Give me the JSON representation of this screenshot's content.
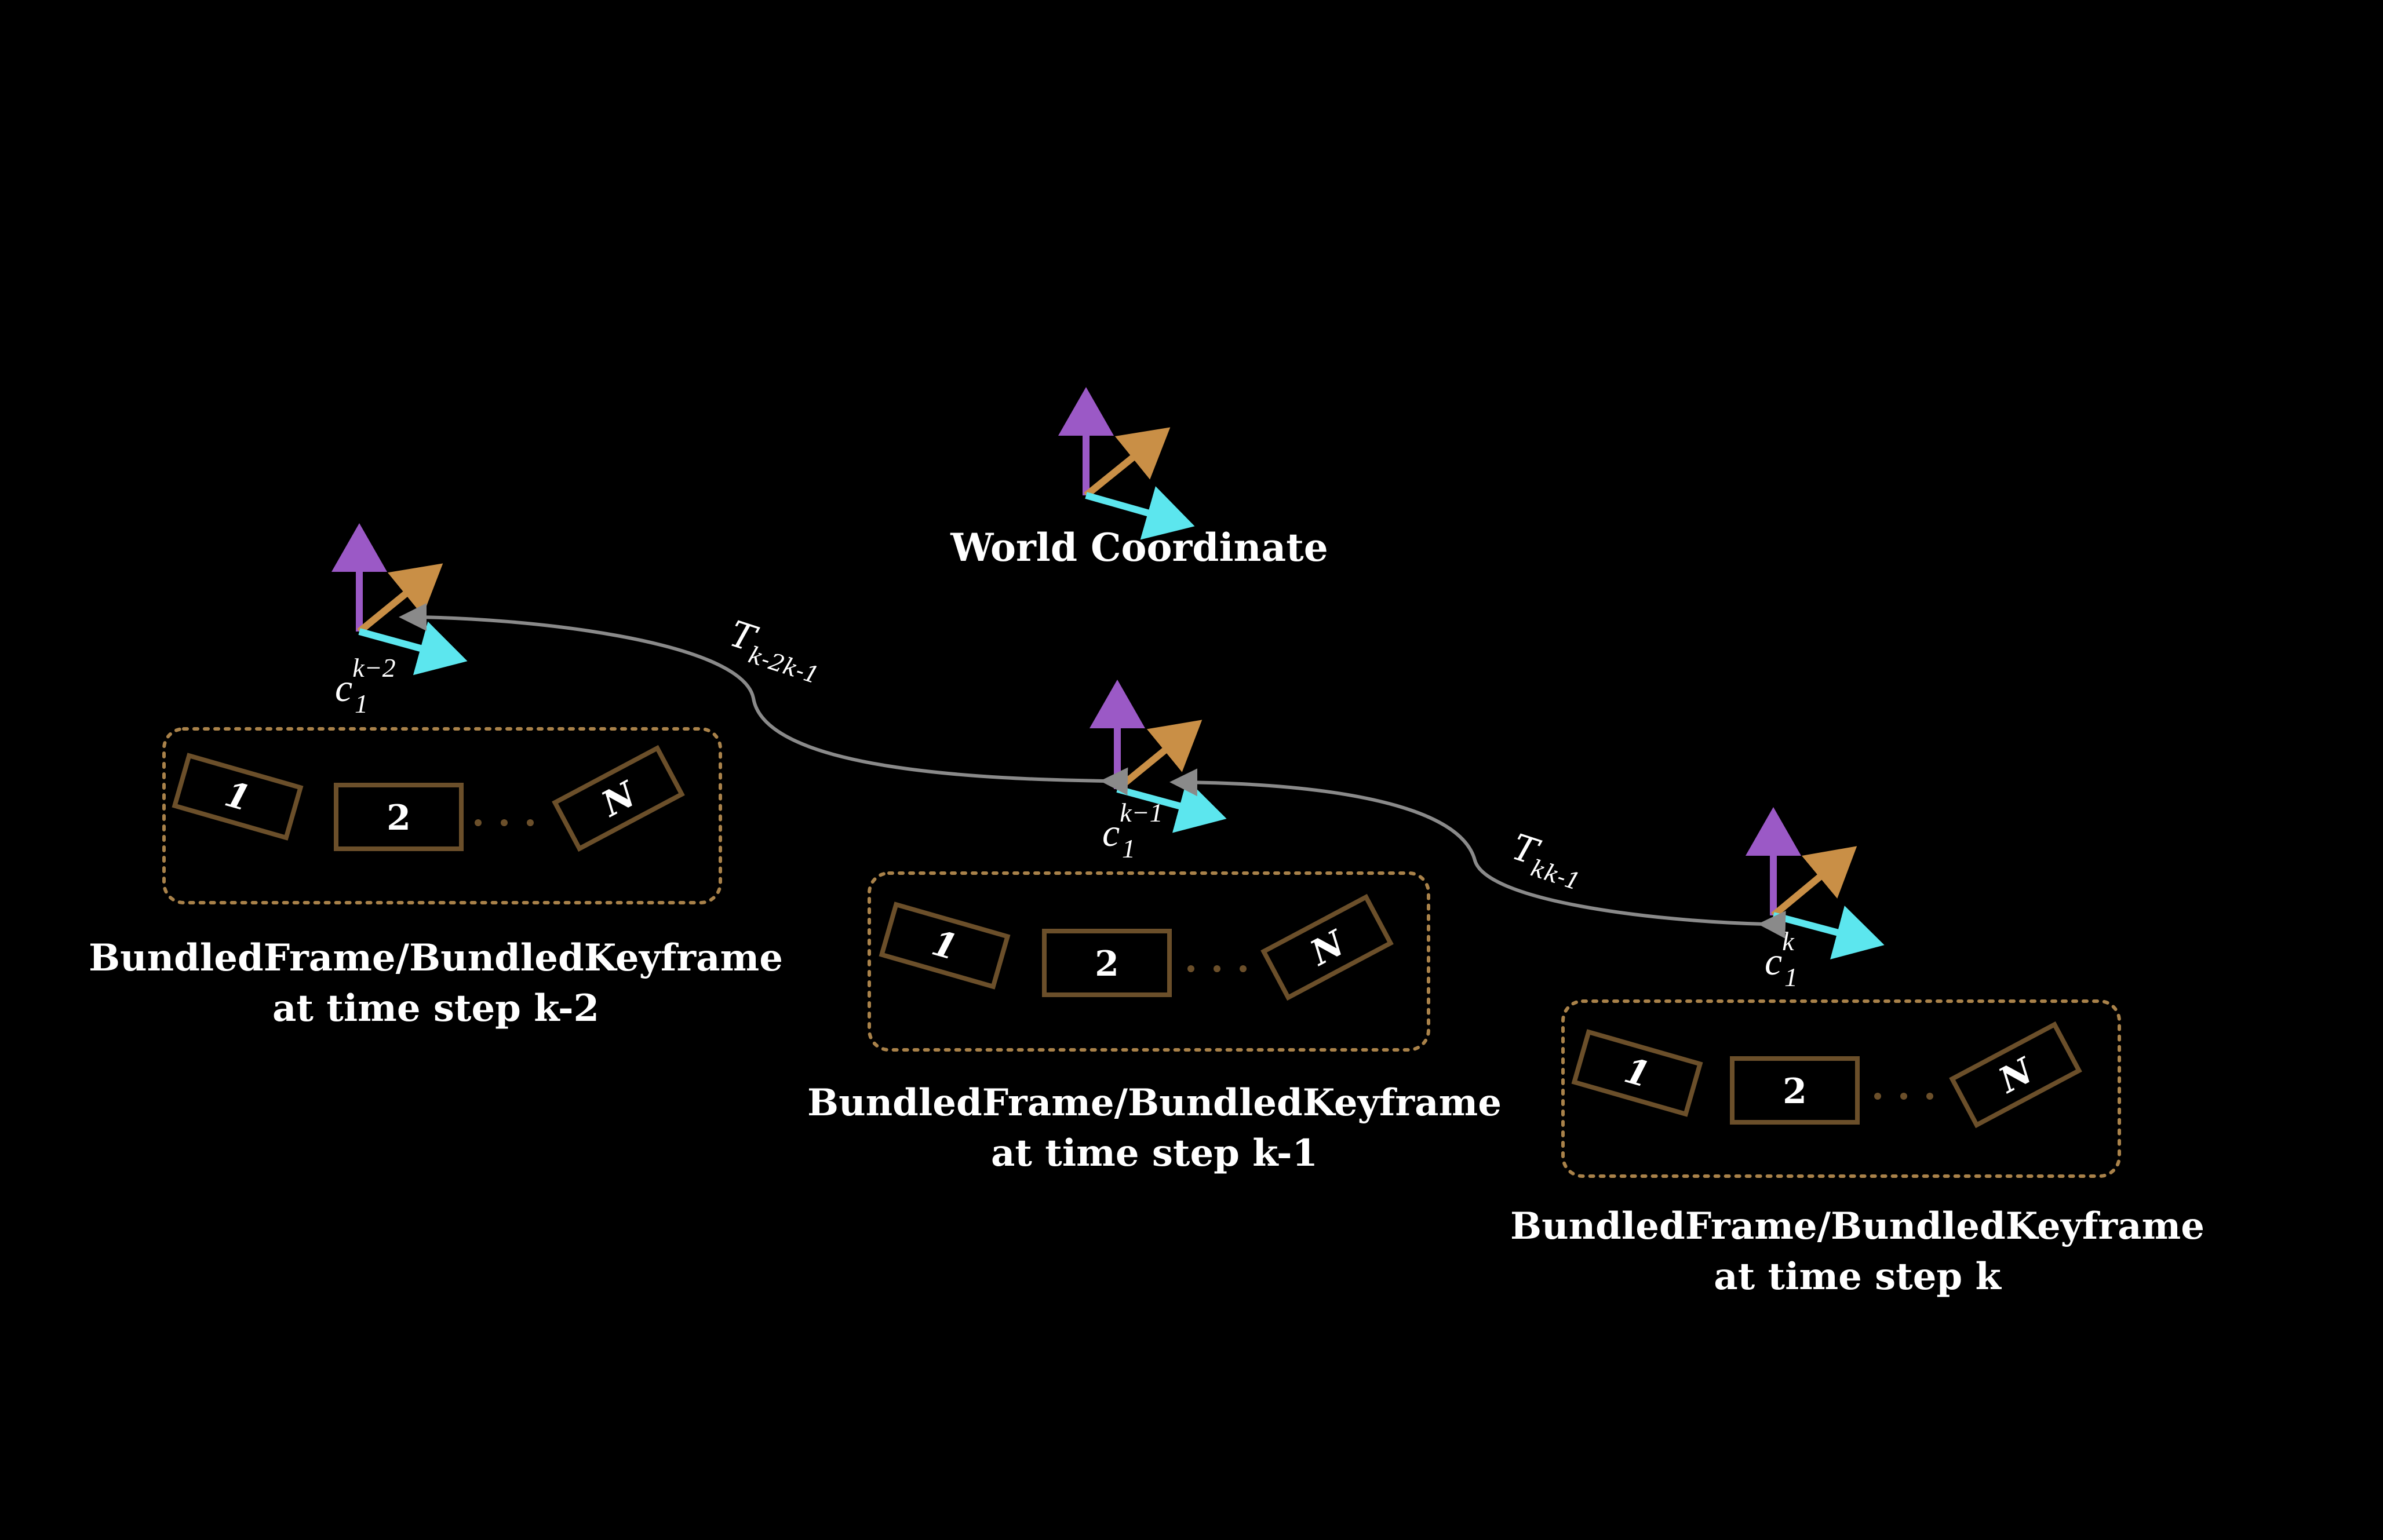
{
  "world": {
    "label": "World Coordinate"
  },
  "cameras": [
    {
      "base": "c",
      "sub": "1",
      "sup": "k−2"
    },
    {
      "base": "c",
      "sub": "1",
      "sup": "k−1"
    },
    {
      "base": "c",
      "sub": "1",
      "sup": "k"
    }
  ],
  "transforms": [
    {
      "base": "T",
      "sub": "k-2k-1"
    },
    {
      "base": "T",
      "sub": "kk-1"
    }
  ],
  "bundles": [
    {
      "frames": [
        "1",
        "2",
        "N"
      ],
      "caption_line1": "BundledFrame/BundledKeyframe",
      "caption_line2": "at time step k-2"
    },
    {
      "frames": [
        "1",
        "2",
        "N"
      ],
      "caption_line1": "BundledFrame/BundledKeyframe",
      "caption_line2": "at time step k-1"
    },
    {
      "frames": [
        "1",
        "2",
        "N"
      ],
      "caption_line1": "BundledFrame/BundledKeyframe",
      "caption_line2": "at time step k"
    }
  ],
  "colors": {
    "background": "#000000",
    "axis_up": "#9b59c6",
    "axis_diag": "#c98f46",
    "axis_right": "#5ce6ee",
    "frame_box": "#6b4f2a",
    "bundle_border": "#a9824a",
    "transform_arrow": "#8a8a8a",
    "text": "#ffffff"
  }
}
